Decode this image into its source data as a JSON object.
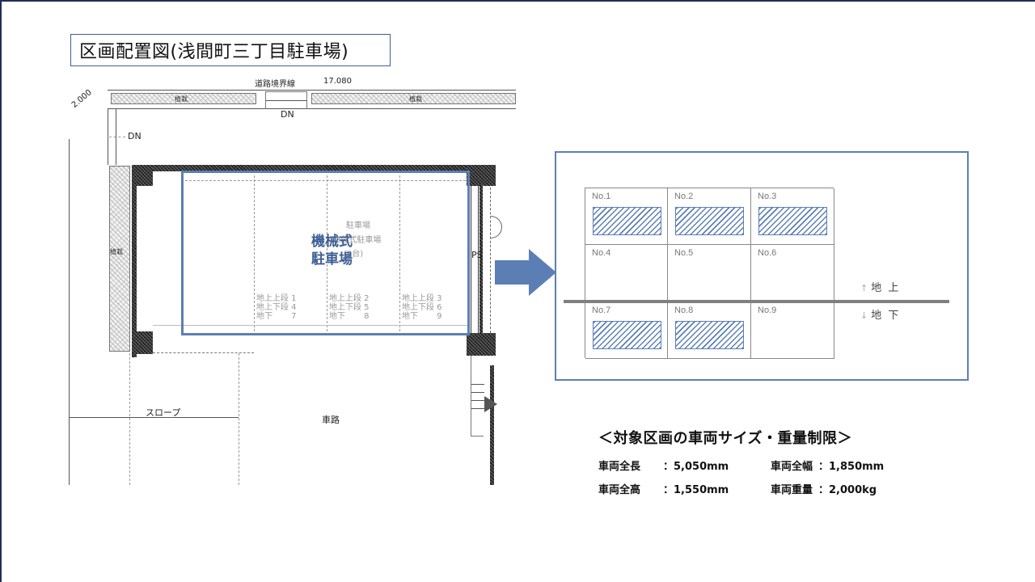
{
  "slide": {
    "title": "区画配置図(浅間町三丁目駐車場)",
    "border_color": "#1f3050",
    "accent_color": "#5b7fb5"
  },
  "floorplan": {
    "road_boundary_label": "道路境界線",
    "road_boundary_length": "17.080",
    "corner_dimension": "2.000",
    "planting_label_left": "植栽",
    "planting_label_right": "植栽",
    "planting_label_side": "植栽",
    "dn_top": "DN",
    "dn_left": "DN",
    "parking_title_line1": "駐車場",
    "parking_title_line2": "3段式駐車場",
    "parking_title_line3": "(9台)",
    "columns": [
      {
        "rows": [
          "地上上段 1",
          "地上下段 4",
          "地下　　 7"
        ]
      },
      {
        "rows": [
          "地上上段 2",
          "地上下段 5",
          "地下　　 8"
        ]
      },
      {
        "rows": [
          "地上上段 3",
          "地上下段 6",
          "地下　　 9"
        ]
      }
    ],
    "ps_label": "PS",
    "slope_label": "スロープ",
    "driveway_label": "車路",
    "overlay_label": "機械式\n駐車場"
  },
  "schematic": {
    "cells": [
      {
        "label": "No.1",
        "target": true
      },
      {
        "label": "No.2",
        "target": true
      },
      {
        "label": "No.3",
        "target": true
      },
      {
        "label": "No.4",
        "target": false
      },
      {
        "label": "No.5",
        "target": false
      },
      {
        "label": "No.6",
        "target": false
      },
      {
        "label": "No.7",
        "target": true
      },
      {
        "label": "No.8",
        "target": true
      },
      {
        "label": "No.9",
        "target": false
      }
    ],
    "above_ground_label": "地 上",
    "below_ground_label": "地 下",
    "up_arrow": "↑",
    "down_arrow": "↓"
  },
  "restrictions": {
    "title": "＜対象区画の車両サイズ・重量制限＞",
    "length_label": "車両全長",
    "length_value": "：5,050mm",
    "width_label": "車両全幅",
    "width_value": "：1,850mm",
    "height_label": "車両全高",
    "height_value": "：1,550mm",
    "weight_label": "車両重量",
    "weight_value": "：2,000kg"
  }
}
